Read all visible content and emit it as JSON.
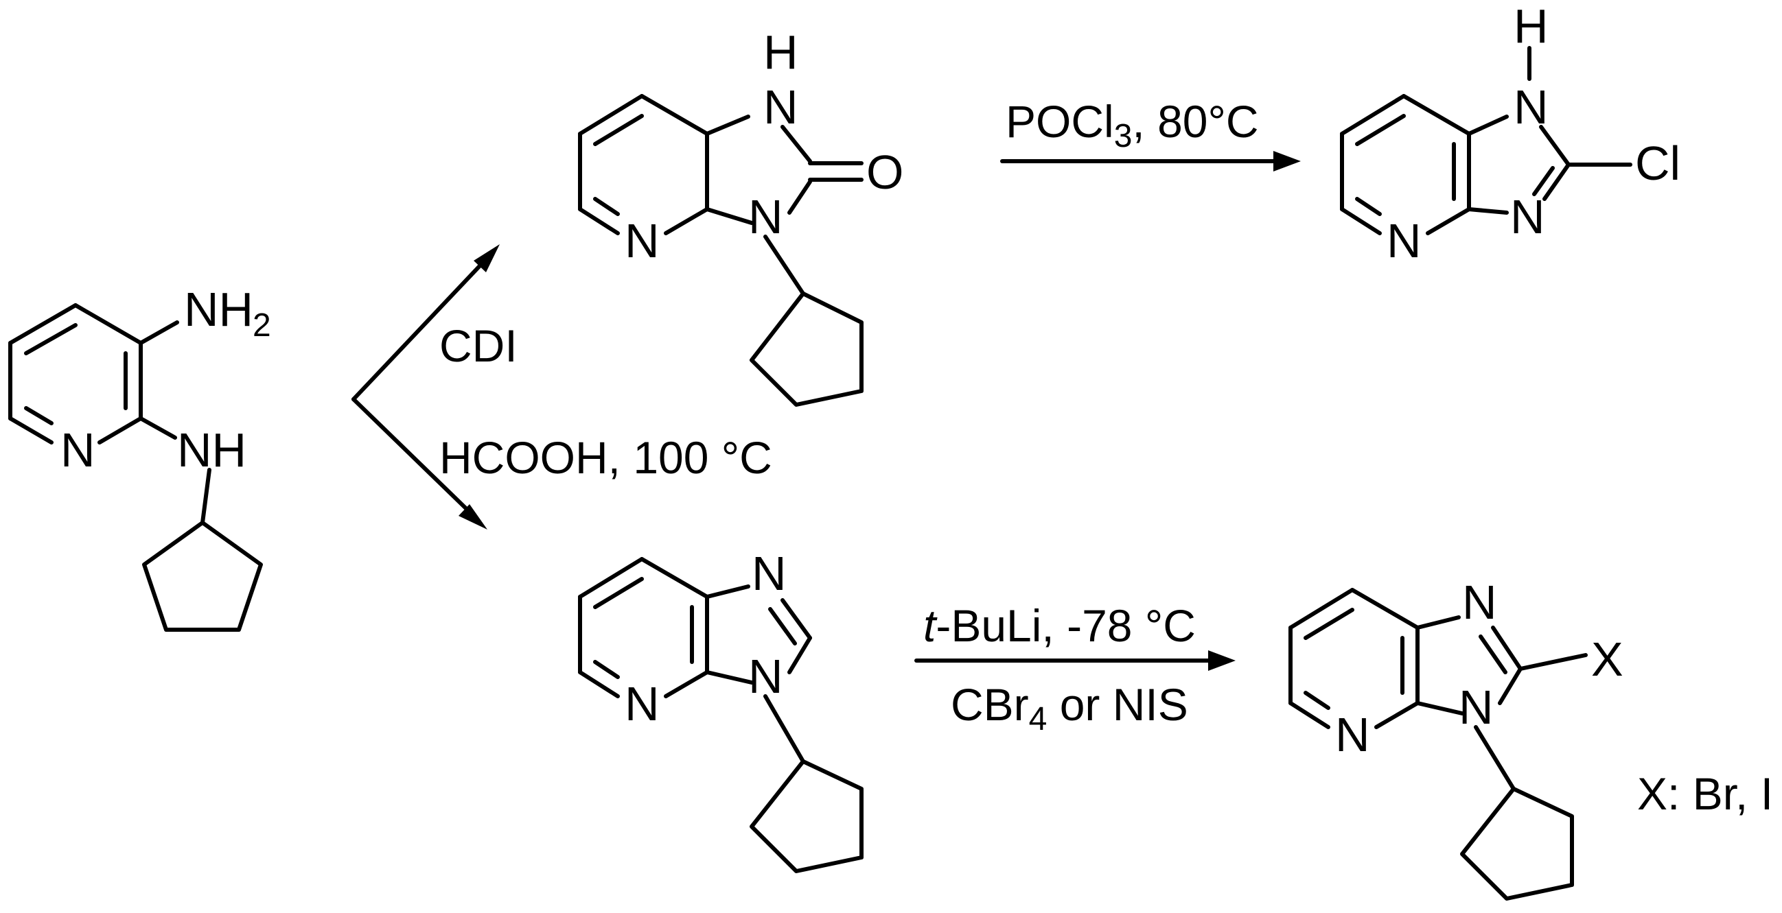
{
  "starting_material": {
    "label_nh2": "NH",
    "label_nh2_sub": "2",
    "label_nh": "NH",
    "label_n": "N"
  },
  "imidazolone": {
    "label_nh": "N",
    "label_h": "H",
    "label_o": "O",
    "label_n3": "N",
    "label_npy": "N"
  },
  "chloro_product": {
    "label_h": "H",
    "label_n1": "N",
    "label_cl": "Cl",
    "label_n3": "N",
    "label_npy": "N"
  },
  "imidazopyridine": {
    "label_n1": "N",
    "label_n3": "N",
    "label_npy": "N"
  },
  "halo_product": {
    "label_n1": "N",
    "label_x": "X",
    "label_n3": "N",
    "label_npy": "N",
    "note": "X: Br, I"
  },
  "conditions": {
    "cdi": "CDI",
    "formic": "HCOOH, 100 °C",
    "pocl3_main": "POCl",
    "pocl3_sub": "3",
    "pocl3_rest": ", 80°C",
    "tbuli_italic": "t",
    "tbuli_rest": "-BuLi, -78 °C",
    "cbr4_main": "CBr",
    "cbr4_sub": "4",
    "cbr4_rest": " or NIS"
  }
}
